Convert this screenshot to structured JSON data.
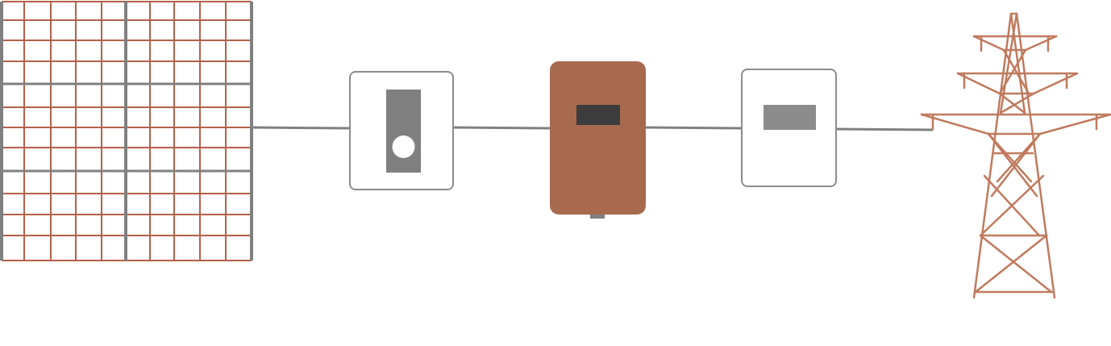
{
  "colors": {
    "background": "#ffffff",
    "panel_grid": "#b4614a",
    "panel_frame": "#808080",
    "wire": "#808080",
    "device_outline": "#8c8c8c",
    "dc_switch_handle": "#808080",
    "inverter_body": "#a86a4f",
    "inverter_display": "#3c3c3c",
    "meter_display": "#8c8c8c",
    "pylon": "#c07a5e"
  },
  "components": [
    {
      "name": "solar-panel",
      "icon": "solar-panel-icon"
    },
    {
      "name": "dc-isolator-switch",
      "icon": "switch-icon"
    },
    {
      "name": "inverter",
      "icon": "inverter-icon"
    },
    {
      "name": "energy-meter",
      "icon": "meter-icon"
    },
    {
      "name": "electricity-pylon",
      "icon": "pylon-icon"
    }
  ]
}
